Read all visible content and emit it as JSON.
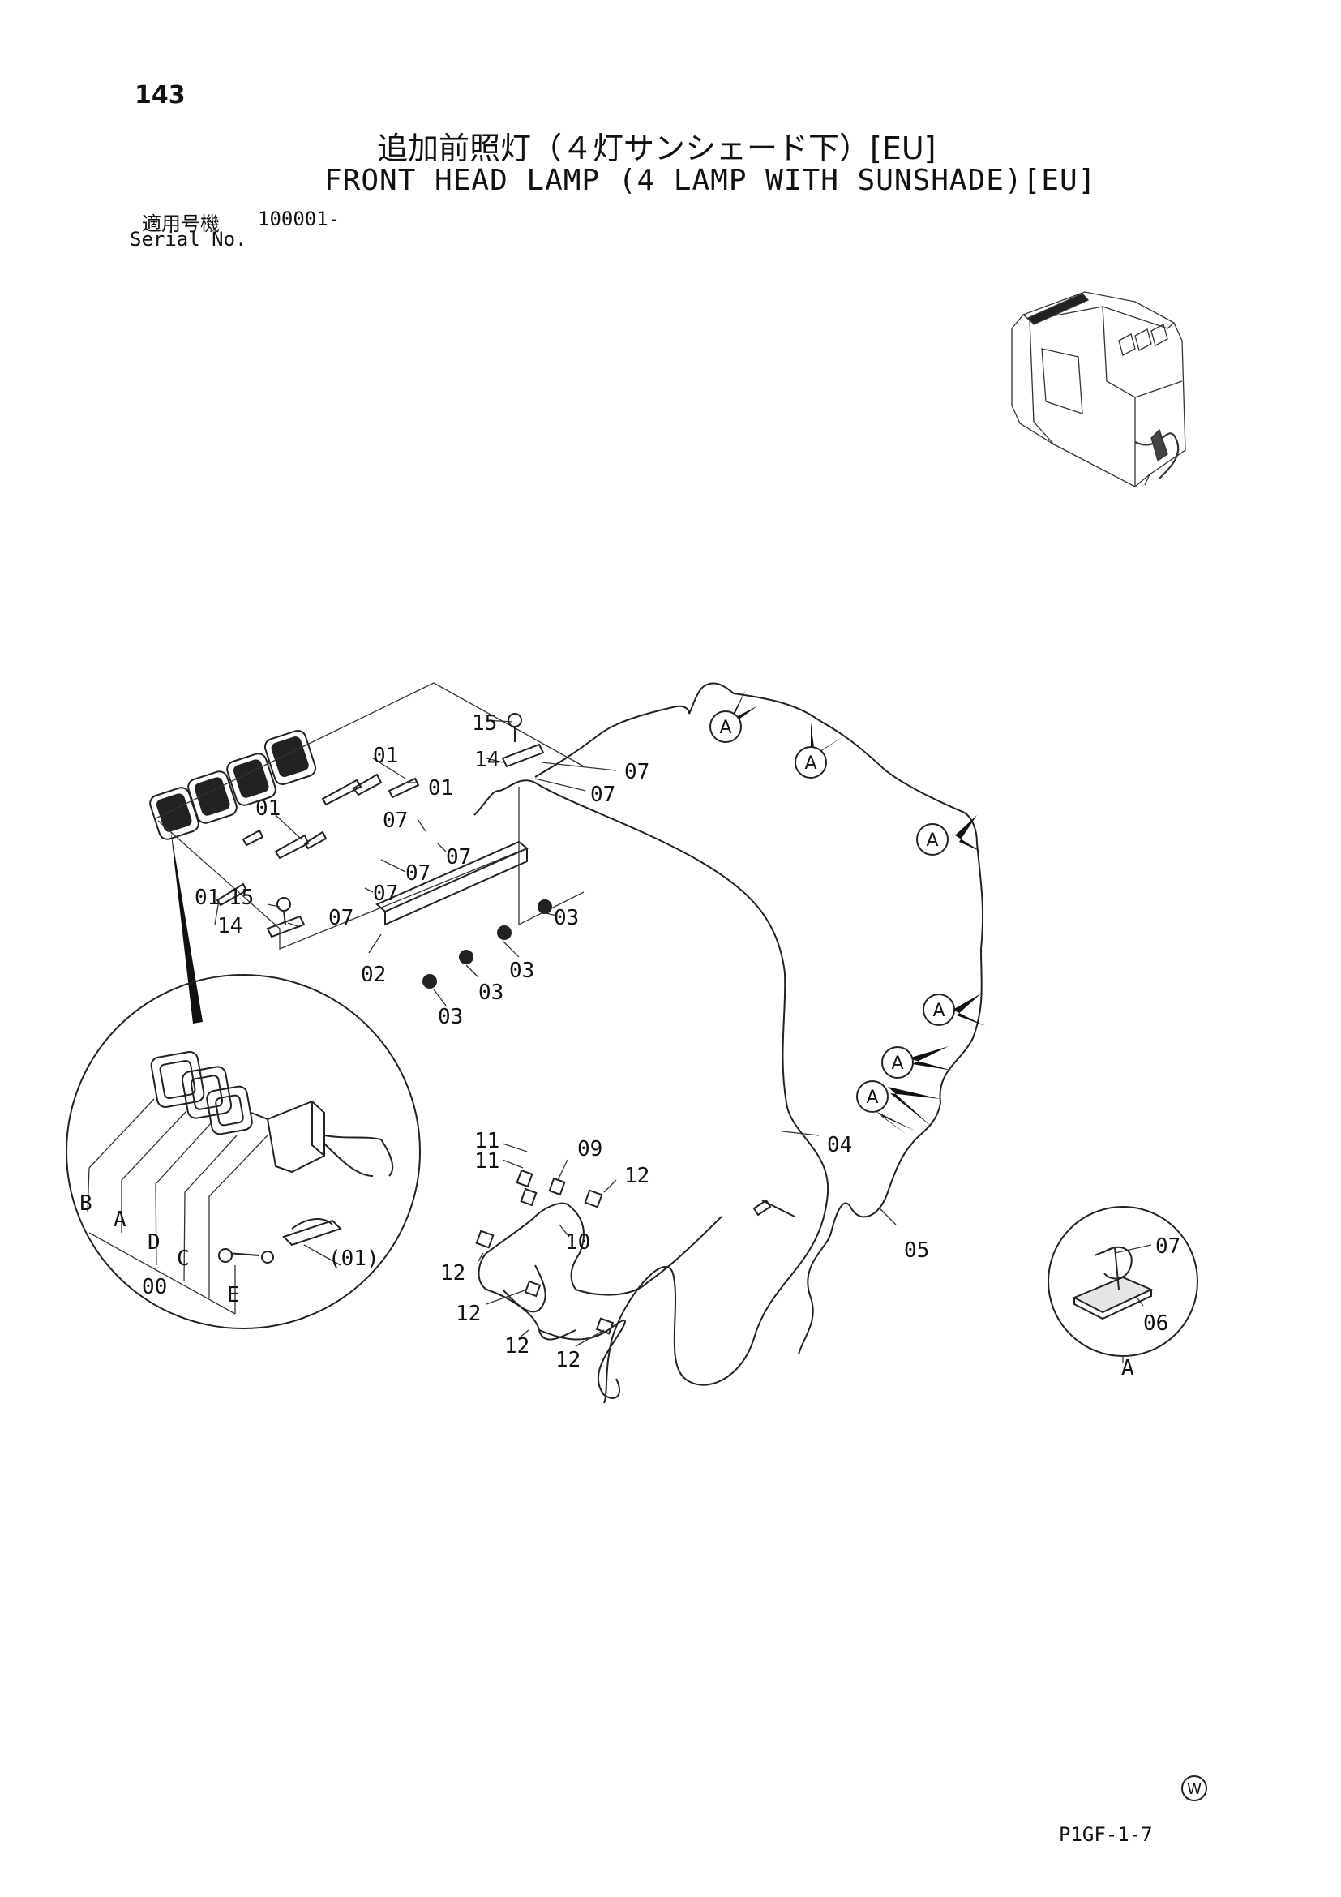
{
  "page_number": "143",
  "title_jp": "追加前照灯（４灯サンシェード下）[EU]",
  "title_en": "FRONT HEAD LAMP (4 LAMP WITH SUNSHADE)[EU]",
  "serial": {
    "label_jp": "適用号機",
    "number": "100001-",
    "label_en": "Serial No."
  },
  "part_labels": {
    "p15a": "15",
    "p14a": "14",
    "p07a": "07",
    "p07b": "07",
    "p01a": "01",
    "p01b": "01",
    "p01c": "01",
    "p01d": "01",
    "p07c": "07",
    "p07d": "07",
    "p07e": "07",
    "p07f": "07",
    "p07g": "07",
    "p15b": "15",
    "p14b": "14",
    "p03a": "03",
    "p03b": "03",
    "p03c": "03",
    "p03d": "03",
    "p02": "02",
    "p04": "04",
    "p05": "05",
    "p11a": "11",
    "p11b": "11",
    "p09": "09",
    "p10": "10",
    "p12a": "12",
    "p12b": "12",
    "p12c": "12",
    "p12d": "12",
    "p12e": "12",
    "p07h": "07",
    "p06": "06"
  },
  "callouts": [
    "A",
    "A",
    "A",
    "A",
    "A",
    "A"
  ],
  "detail_lamp_labels": {
    "b": "B",
    "a": "A",
    "d": "D",
    "c": "C",
    "e": "E",
    "zero": "00",
    "ref01": "(01)"
  },
  "detail_a_label": "A",
  "watermark_symbol": "W",
  "sheet_code": "P1GF-1-7"
}
